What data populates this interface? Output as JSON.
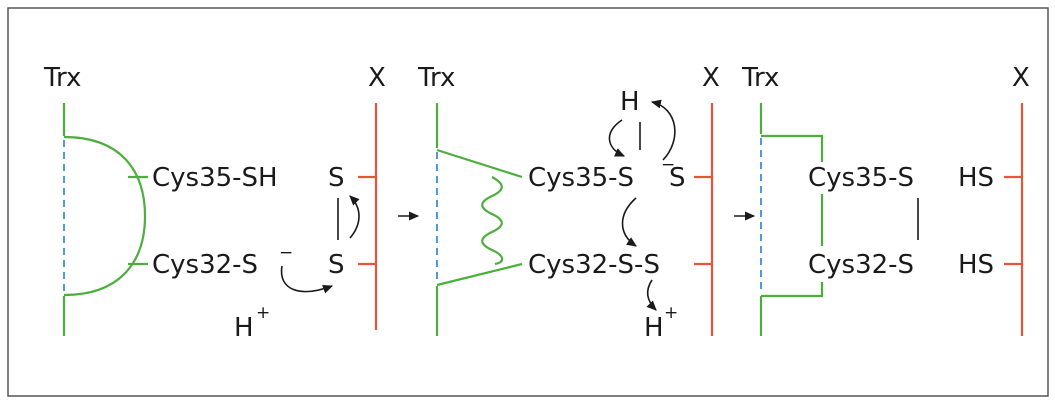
{
  "panels": [
    {
      "trx_label": "Trx",
      "x_label": "X",
      "cys35_label": "Cys35-SH",
      "cys32_label": "Cys32-S",
      "cys32_charge": "−",
      "x_s_top": "S",
      "x_s_bottom": "S",
      "proton": "H",
      "proton_charge": "+"
    },
    {
      "trx_label": "Trx",
      "x_label": "X",
      "cys35_label": "Cys35-S",
      "cys35_charge": "−",
      "cys35_x_s": "S",
      "cys32_label": "Cys32-S-S",
      "h_top": "H",
      "proton": "H",
      "proton_charge": "+"
    },
    {
      "trx_label": "Trx",
      "x_label": "X",
      "cys35_label": "Cys35-S",
      "cys32_label": "Cys32-S",
      "x_hs_top": "HS",
      "x_hs_bottom": "HS"
    }
  ],
  "colors": {
    "protein_trx": "#4caf3d",
    "protein_x": "#e8553a",
    "dashed": "#3d8fd8"
  }
}
